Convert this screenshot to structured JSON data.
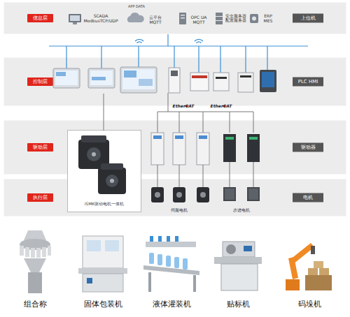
{
  "diagram": {
    "nodes": [
      {
        "text": [
          "信息层",
          "上位机"
        ]
      },
      {
        "text": [
          "控制层",
          "PLC HMI"
        ]
      },
      {
        "text": [
          "驱动层",
          "驱动器"
        ]
      },
      {
        "text": [
          "iSMK驱动电机一体机"
        ]
      },
      {
        "text": [
          "执行层",
          "电机"
        ]
      }
    ],
    "labels": [
      "SCADA ModbusTCP/UDP",
      "APP DATA",
      "云平台 MQTT",
      "OPC UA MQTT",
      "安全服务器 配置服务器",
      "ERP MES",
      "EtherCAT",
      "EtherCAT",
      "伺服电机",
      "步进电机",
      "组合称",
      "固体包装机",
      "液体灌装机",
      "贴标机",
      "码垛机"
    ]
  }
}
